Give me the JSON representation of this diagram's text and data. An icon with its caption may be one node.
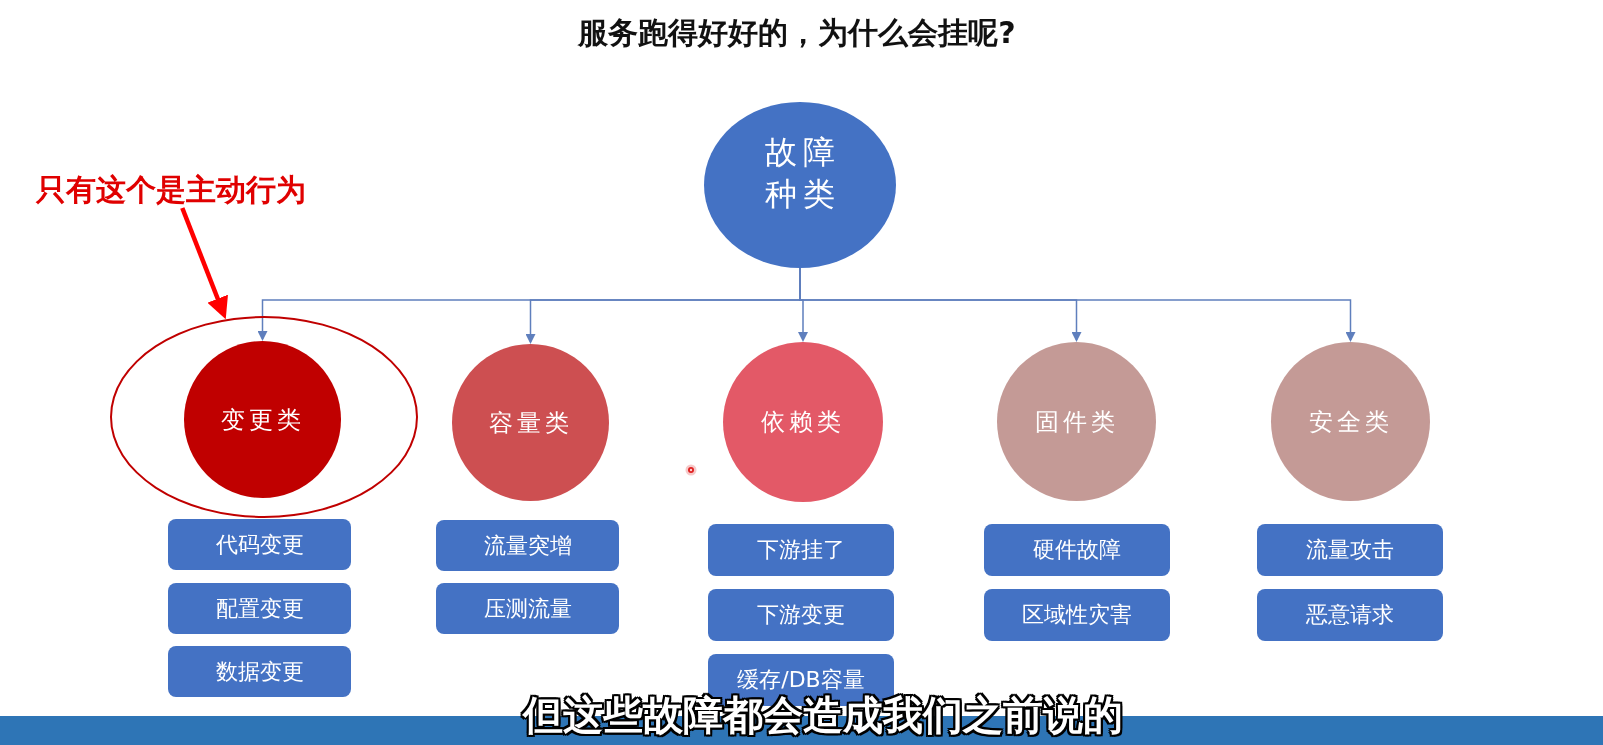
{
  "diagram": {
    "title": "服务跑得好好的，为什么会挂呢?",
    "caption": "但这些故障都会造成我们之前说的",
    "nodes": [
      {
        "text": [
          "故障种类"
        ]
      },
      {
        "text": [
          "只有这个是主动行为"
        ]
      },
      {
        "text": [],
        "shape": "ellipse"
      },
      {
        "text": [
          "变更类"
        ],
        "in": 2
      },
      {
        "text": [
          "容量类"
        ]
      },
      {
        "text": [
          "依赖类"
        ]
      },
      {
        "text": [
          "固件类"
        ]
      },
      {
        "text": [
          "安全类"
        ]
      },
      {
        "text": [
          "代码变更"
        ]
      },
      {
        "text": [
          "配置变更"
        ]
      },
      {
        "text": [
          "数据变更"
        ]
      },
      {
        "text": [
          "流量突增"
        ]
      },
      {
        "text": [
          "压测流量"
        ]
      },
      {
        "text": [
          "下游挂了"
        ]
      },
      {
        "text": [
          "下游变更"
        ]
      },
      {
        "text": [
          "缓存/DB容量"
        ]
      },
      {
        "text": [
          "硬件故障"
        ]
      },
      {
        "text": [
          "区域性灾害"
        ]
      },
      {
        "text": [
          "流量攻击"
        ]
      },
      {
        "text": [
          "恶意请求"
        ]
      }
    ],
    "edges": [
      {
        "from": 0,
        "to": 3,
        "arrow": "to"
      },
      {
        "from": 0,
        "to": 4,
        "arrow": "to"
      },
      {
        "from": 0,
        "to": 5,
        "arrow": "to"
      },
      {
        "from": 0,
        "to": 6,
        "arrow": "to"
      },
      {
        "from": 0,
        "to": 7,
        "arrow": "to"
      },
      {
        "from": 1,
        "to": 2,
        "arrow": "to",
        "style": "thick",
        "color": "#ff0000"
      }
    ]
  }
}
